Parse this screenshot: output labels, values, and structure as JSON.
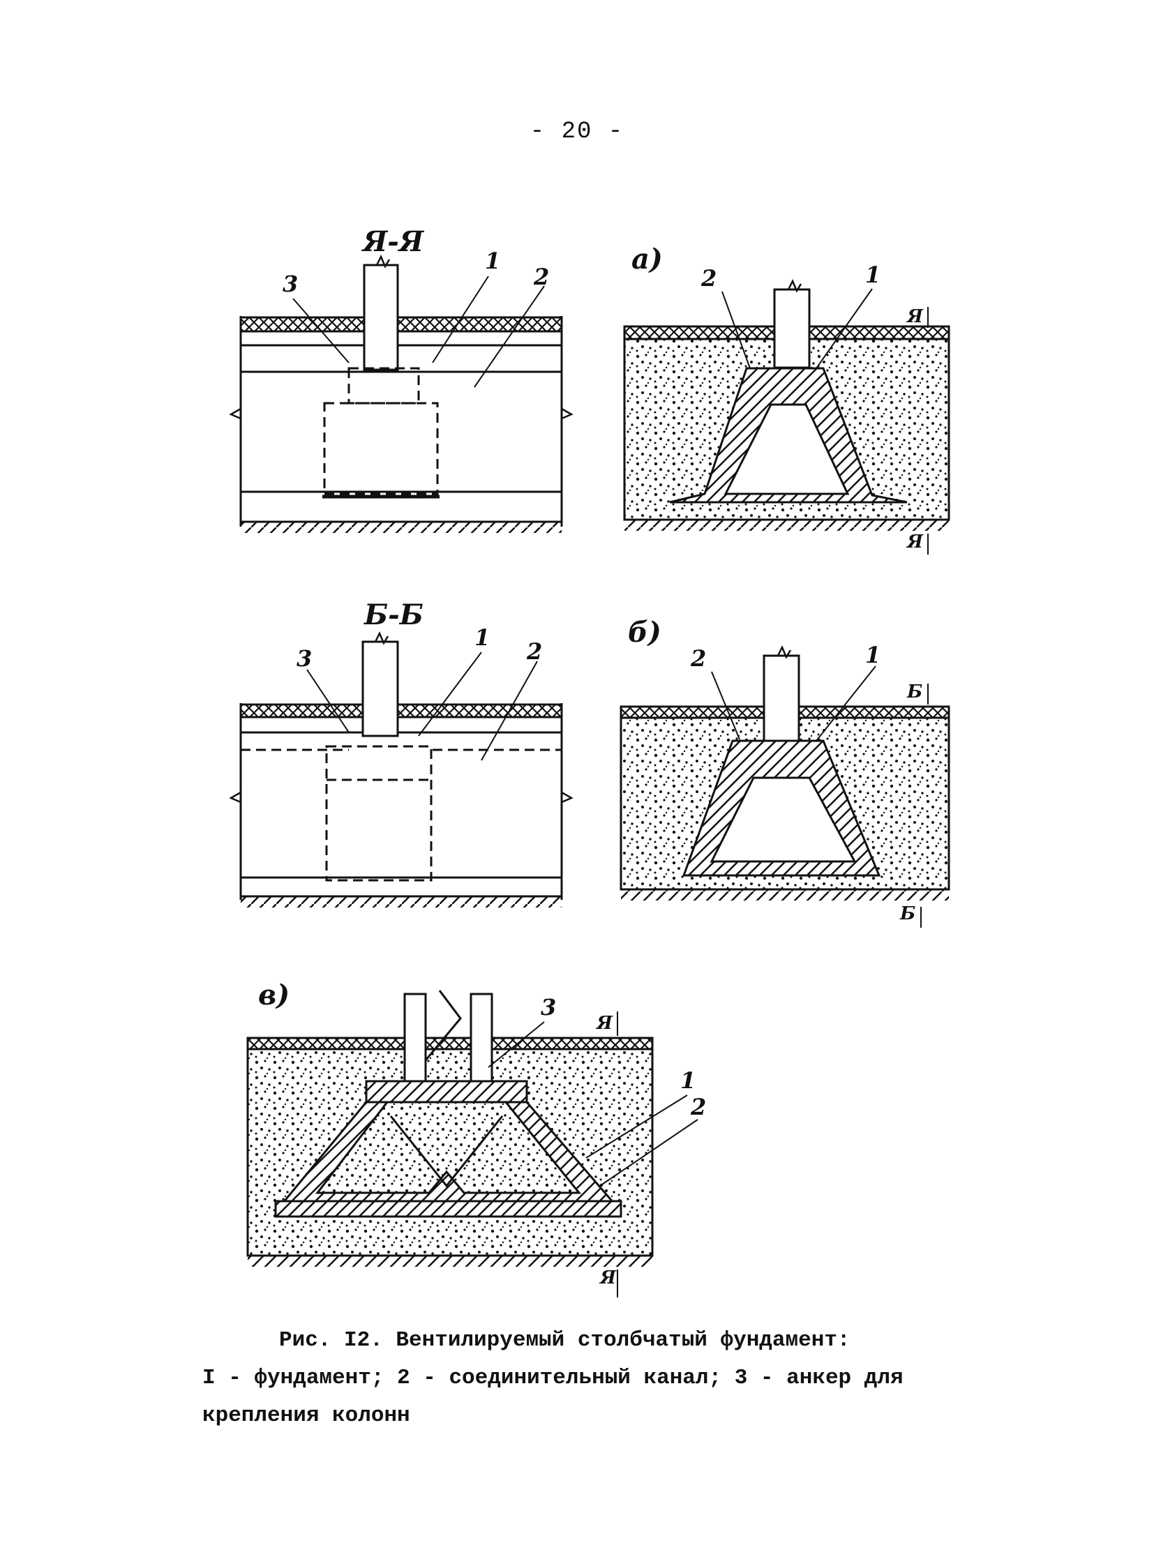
{
  "page": {
    "number": "- 20 -"
  },
  "figures": {
    "aa": {
      "title": "Я-Я",
      "label_1": "1",
      "label_2": "2",
      "label_3": "3"
    },
    "bb": {
      "title": "Б-Б",
      "label_1": "1",
      "label_2": "2",
      "label_3": "3"
    },
    "a": {
      "letter": "а)",
      "label_1": "1",
      "label_2": "2",
      "section_top": "Я",
      "section_bottom": "Я"
    },
    "b": {
      "letter": "б)",
      "label_1": "1",
      "label_2": "2",
      "section_top": "Б",
      "section_bottom": "Б"
    },
    "v": {
      "letter": "в)",
      "label_1": "1",
      "label_2": "2",
      "label_3": "3",
      "section_top": "Я",
      "section_bottom": "Я"
    }
  },
  "caption": {
    "title": "Рис. I2. Вентилируемый столбчатый фундамент:",
    "legend_line1": "I - фундамент; 2 - соединительный канал; 3 - анкер для",
    "legend_line2": "крепления колонн"
  },
  "colors": {
    "ink": "#111111",
    "paper": "#ffffff"
  }
}
